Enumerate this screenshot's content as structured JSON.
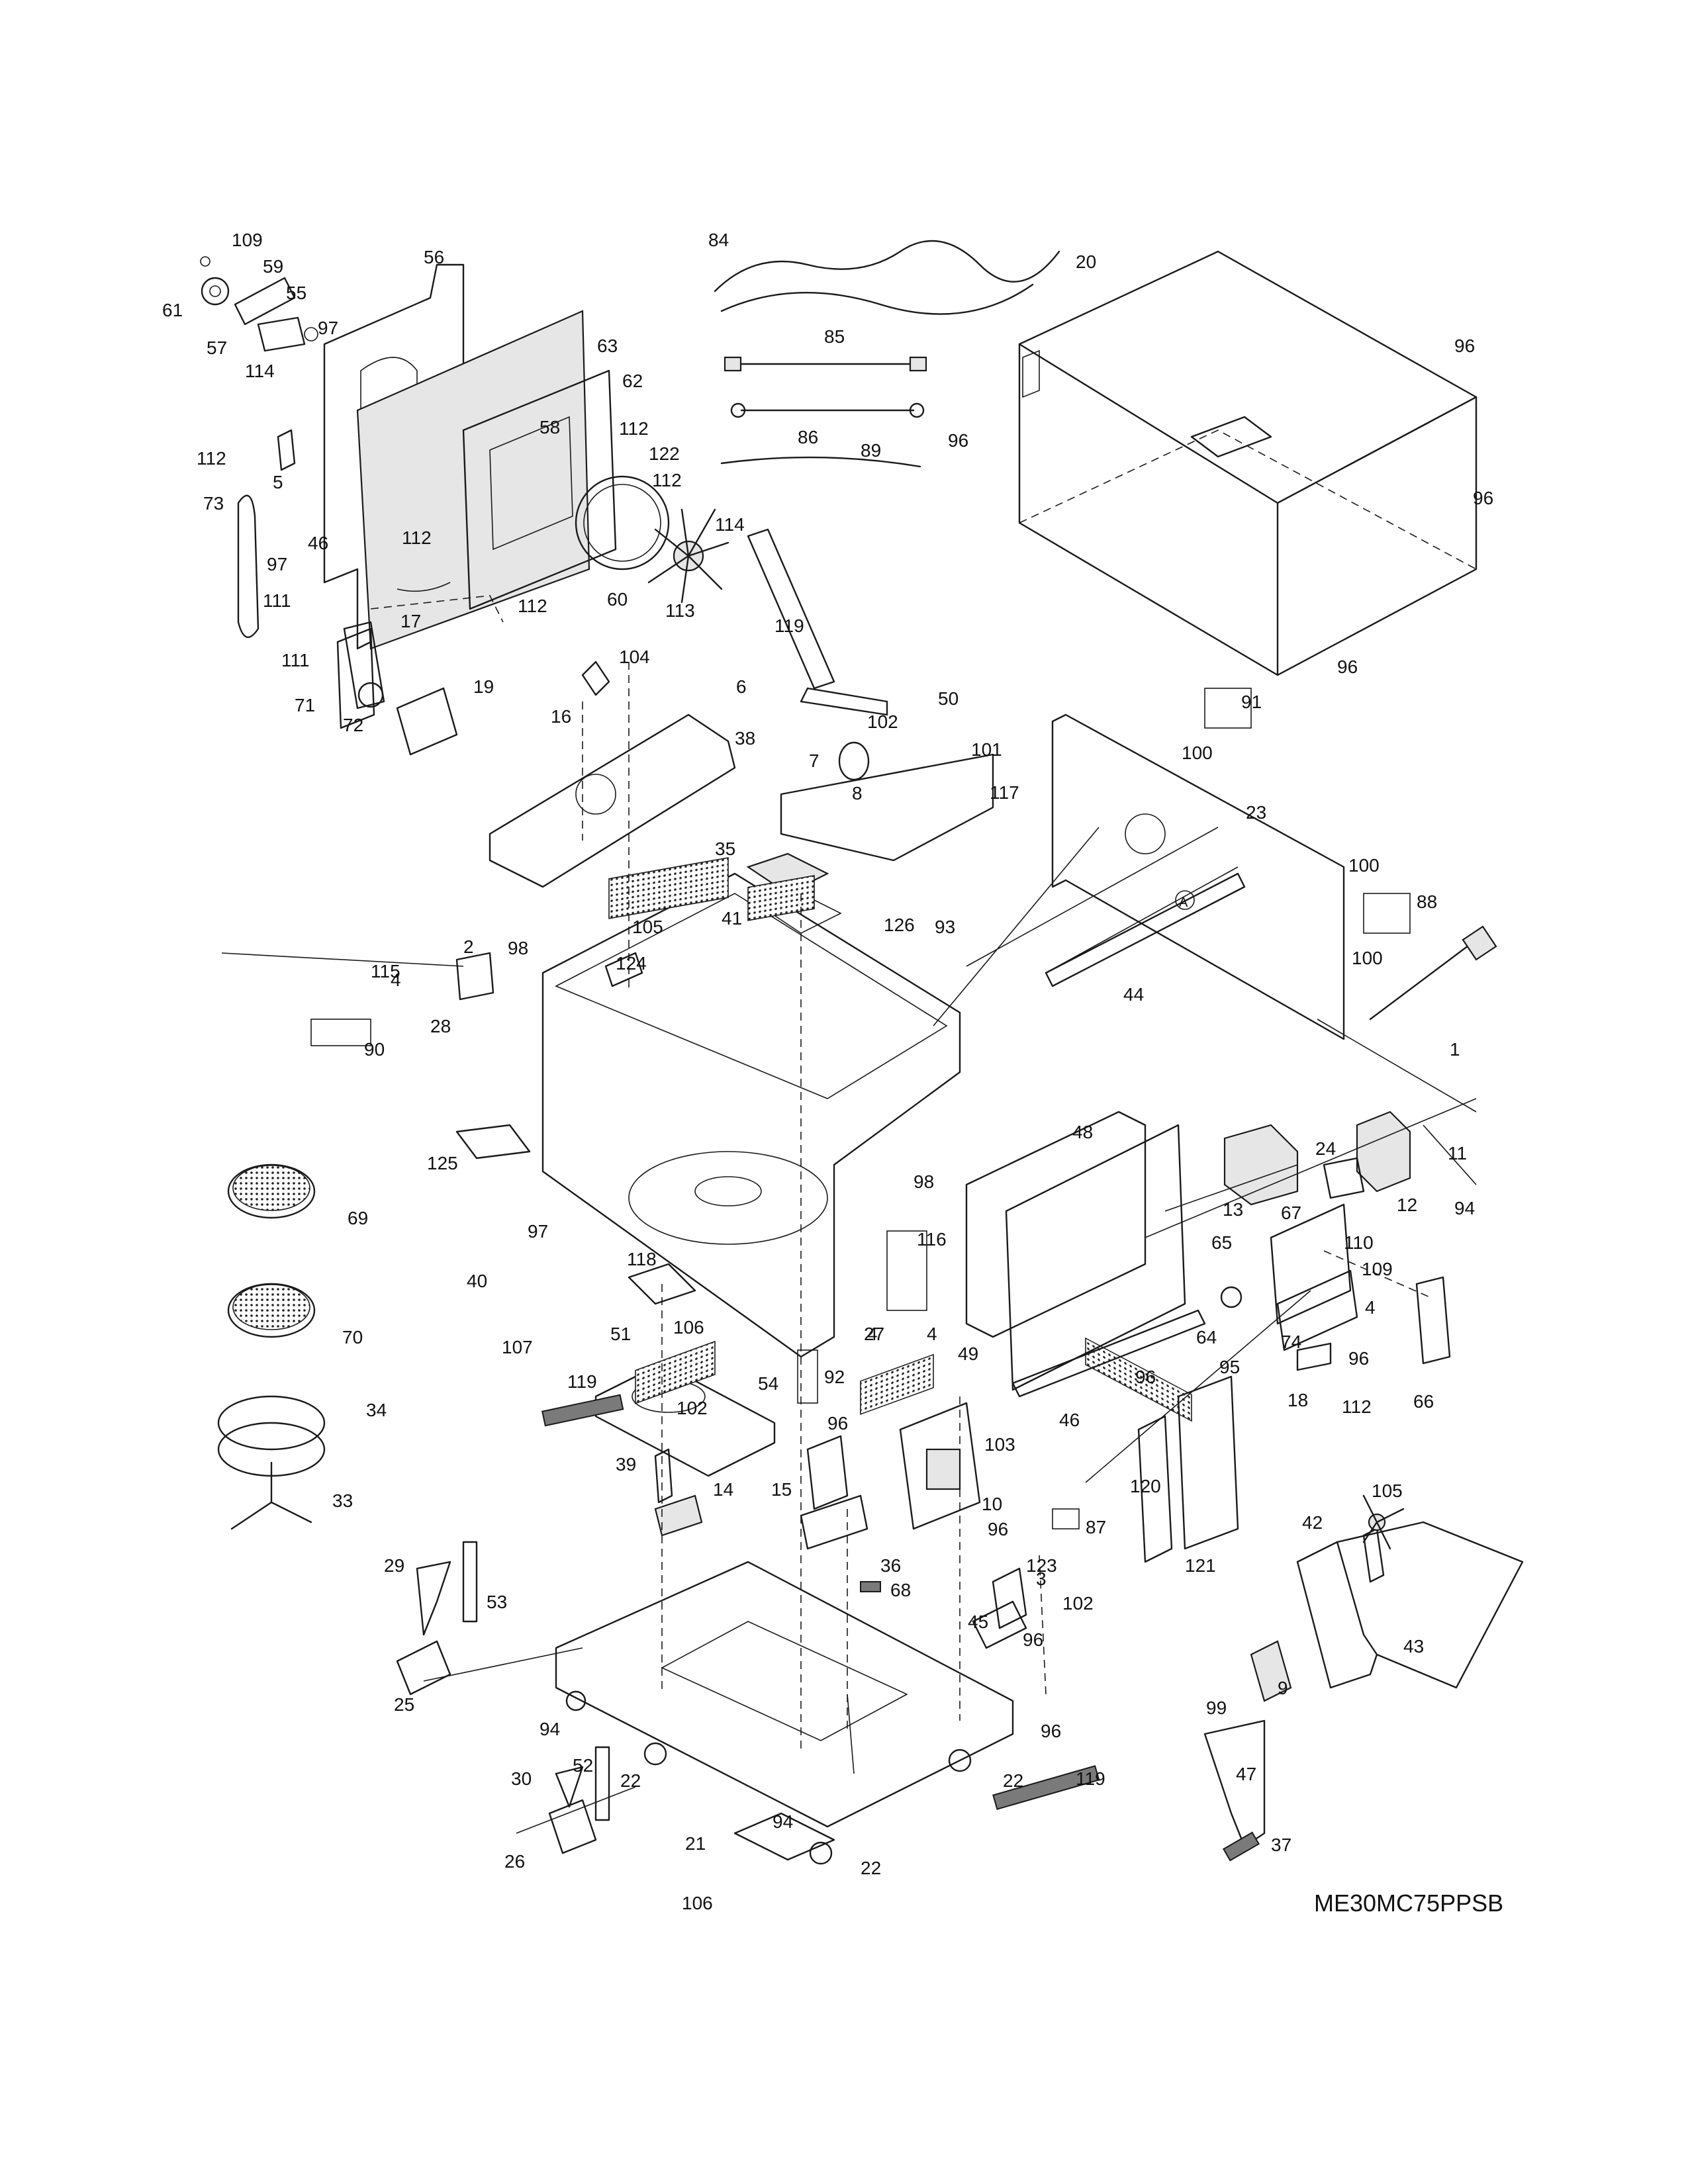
{
  "model_code": "ME30MC75PPSB",
  "callouts": {
    "c1": "1",
    "c2": "2",
    "c3": "3",
    "c4a": "4",
    "c4b": "4",
    "c4c": "4",
    "c4d": "4",
    "c5": "5",
    "c6": "6",
    "c7": "7",
    "c8": "8",
    "c9": "9",
    "c10": "10",
    "c11": "11",
    "c12": "12",
    "c13": "13",
    "c14": "14",
    "c15": "15",
    "c16": "16",
    "c17": "17",
    "c18": "18",
    "c19": "19",
    "c20": "20",
    "c21": "21",
    "c22a": "22",
    "c22b": "22",
    "c22c": "22",
    "c23": "23",
    "c24": "24",
    "c25": "25",
    "c26": "26",
    "c27": "27",
    "c28": "28",
    "c29": "29",
    "c30": "30",
    "c33": "33",
    "c34": "34",
    "c35": "35",
    "c36": "36",
    "c37": "37",
    "c38": "38",
    "c39": "39",
    "c40": "40",
    "c41": "41",
    "c42": "42",
    "c43": "43",
    "c44": "44",
    "c45": "45",
    "c46a": "46",
    "c46b": "46",
    "c47": "47",
    "c48": "48",
    "c49": "49",
    "c50": "50",
    "c51": "51",
    "c52": "52",
    "c53": "53",
    "c54": "54",
    "c55": "55",
    "c56": "56",
    "c57": "57",
    "c58": "58",
    "c59": "59",
    "c60": "60",
    "c61": "61",
    "c62": "62",
    "c63": "63",
    "c64": "64",
    "c65": "65",
    "c66": "66",
    "c67": "67",
    "c68": "68",
    "c69": "69",
    "c70": "70",
    "c71": "71",
    "c72": "72",
    "c73": "73",
    "c74": "74",
    "c84": "84",
    "c85": "85",
    "c86": "86",
    "c87": "87",
    "c88": "88",
    "c89": "89",
    "c90": "90",
    "c91": "91",
    "c92": "92",
    "c93": "93",
    "c94a": "94",
    "c94b": "94",
    "c94c": "94",
    "c95": "95",
    "c96a": "96",
    "c96b": "96",
    "c96c": "96",
    "c96d": "96",
    "c96e": "96",
    "c96f": "96",
    "c96g": "96",
    "c96h": "96",
    "c96i": "96",
    "c96j": "96",
    "c97a": "97",
    "c97b": "97",
    "c97c": "97",
    "c98a": "98",
    "c98b": "98",
    "c99": "99",
    "c100a": "100",
    "c100b": "100",
    "c100c": "100",
    "c101": "101",
    "c102a": "102",
    "c102b": "102",
    "c102c": "102",
    "c103": "103",
    "c104": "104",
    "c105a": "105",
    "c105b": "105",
    "c106a": "106",
    "c106b": "106",
    "c107": "107",
    "c109a": "109",
    "c109b": "109",
    "c110": "110",
    "c111a": "111",
    "c111b": "111",
    "c112a": "112",
    "c112b": "112",
    "c112c": "112",
    "c112d": "112",
    "c112e": "112",
    "c112f": "112",
    "c113": "113",
    "c114a": "114",
    "c114b": "114",
    "c115": "115",
    "c116": "116",
    "c117": "117",
    "c118": "118",
    "c119a": "119",
    "c119b": "119",
    "c119c": "119",
    "c120": "120",
    "c121": "121",
    "c122": "122",
    "c123": "123",
    "c124": "124",
    "c125": "125",
    "c126": "126",
    "cA": "A"
  }
}
